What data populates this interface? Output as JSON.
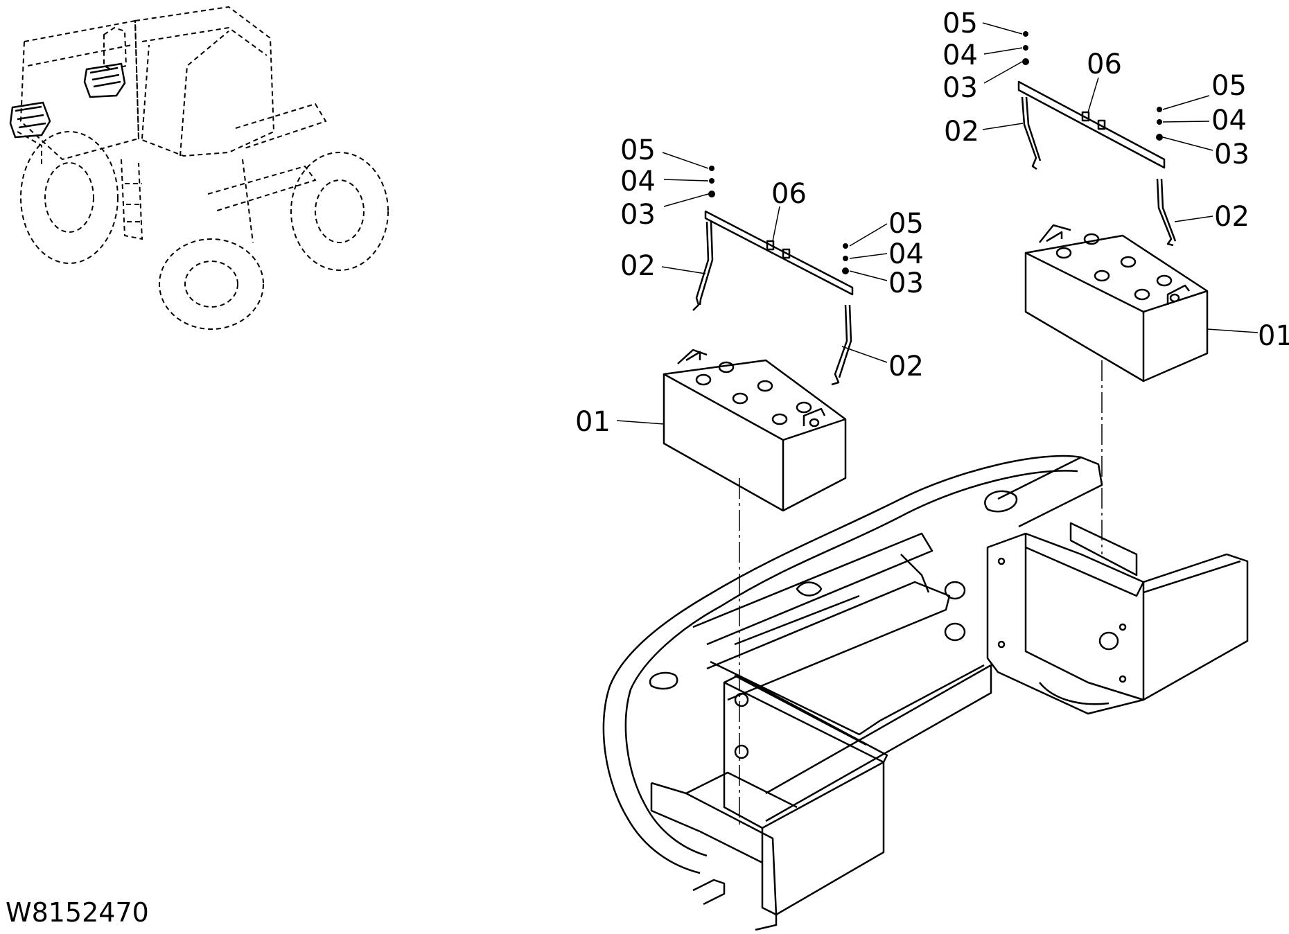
{
  "drawing_number": "W8152470",
  "callouts": {
    "left": {
      "c05": "05",
      "c04": "04",
      "c03": "03",
      "c02a": "02",
      "c06": "06",
      "r05": "05",
      "r04": "04",
      "r03": "03",
      "r02": "02",
      "c01": "01"
    },
    "right": {
      "c05": "05",
      "c04": "04",
      "c03": "03",
      "c02a": "02",
      "c06": "06",
      "r05": "05",
      "r04": "04",
      "r03": "03",
      "r02": "02",
      "c01": "01"
    }
  }
}
